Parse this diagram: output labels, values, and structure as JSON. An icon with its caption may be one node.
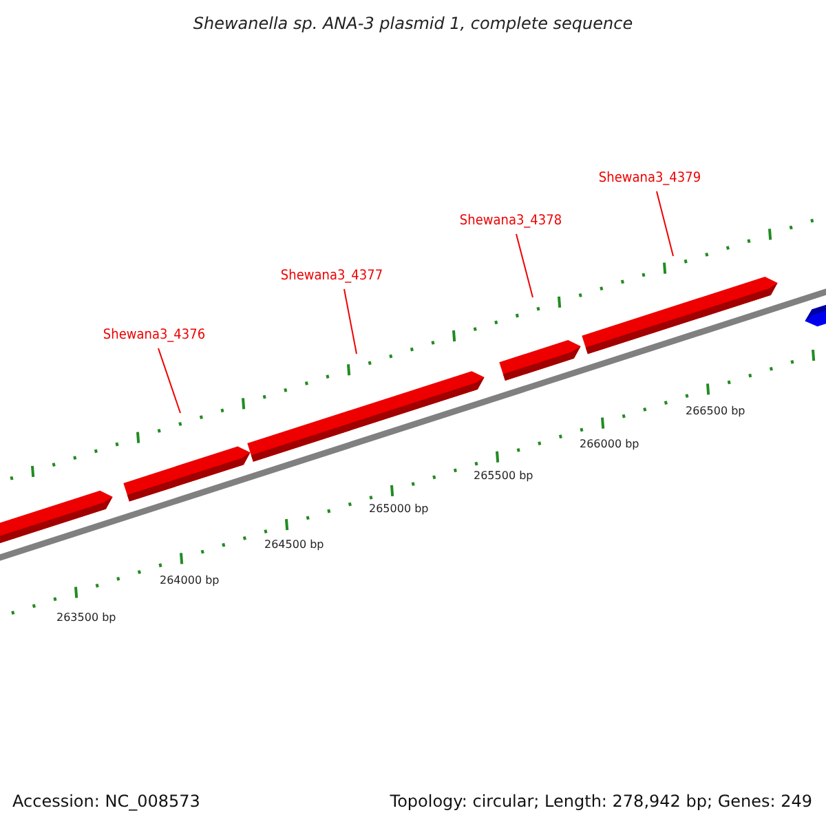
{
  "diagram": {
    "title": "Shewanella sp. ANA-3 plasmid 1, complete sequence",
    "nodes": [
      {
        "text": [
          "Shewana3_4376"
        ]
      },
      {
        "text": [
          "Shewana3_4377"
        ]
      },
      {
        "text": [
          "Shewana3_4378"
        ]
      },
      {
        "text": [
          "Shewana3_4379"
        ]
      },
      {
        "text": [],
        "shape": "bar"
      },
      {
        "text": [],
        "shape": "bar"
      },
      {
        "text": [],
        "shape": "bar"
      },
      {
        "text": [],
        "shape": "bar"
      },
      {
        "text": [],
        "shape": "bar"
      },
      {
        "text": [],
        "shape": "bar"
      }
    ],
    "edges": [
      {
        "from": 0,
        "to": 5,
        "arrow": "none"
      },
      {
        "from": 1,
        "to": 6,
        "arrow": "none"
      },
      {
        "from": 2,
        "to": 7,
        "arrow": "none"
      },
      {
        "from": 3,
        "to": 8,
        "arrow": "none"
      }
    ],
    "labels": [
      "266500 bp",
      "266000 bp",
      "265500 bp",
      "265000 bp",
      "264500 bp",
      "264000 bp",
      "263500 bp",
      "Accession: NC_008573",
      "Topology: circular; Length: 278,942 bp; Genes: 249"
    ]
  }
}
